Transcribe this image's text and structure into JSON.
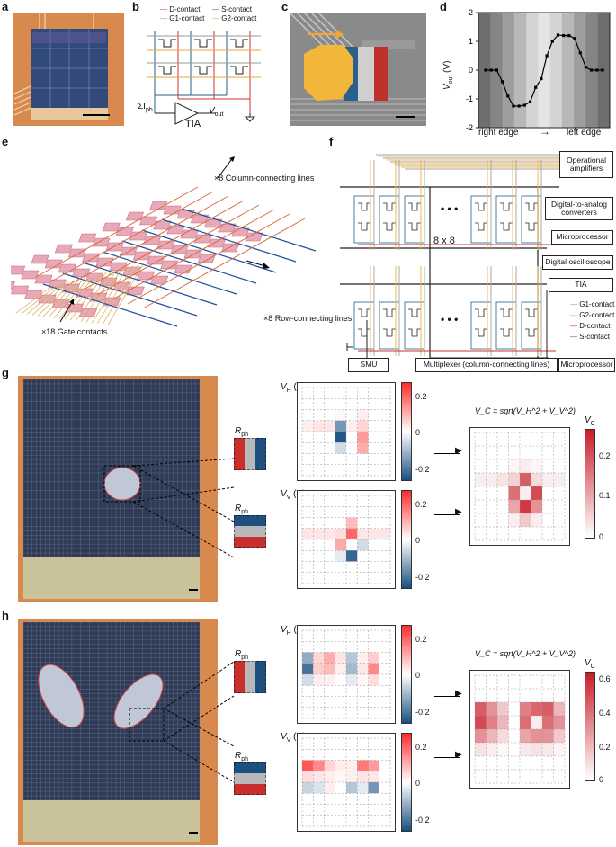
{
  "panels": {
    "a": "a",
    "b": "b",
    "c": "c",
    "d": "d",
    "e": "e",
    "f": "f",
    "g": "g",
    "h": "h"
  },
  "colors": {
    "red": "#d12f2f",
    "blue": "#1f5f8f",
    "orange": "#f2a43a",
    "gray": "#b8b8b8",
    "device_bg": "#2a3350",
    "pad": "#d97b4f"
  },
  "panel_b": {
    "legend": [
      "D-contact",
      "S-contact",
      "G1-contact",
      "G2-contact"
    ],
    "sum_label": "ΣI",
    "sum_sub": "ph",
    "tia": "TIA",
    "vout": "V",
    "vout_sub": "out"
  },
  "panel_d": {
    "ylabel": "V",
    "ylabel_sub": "out",
    "ylabel_unit": "(V)",
    "yticks": [
      "2",
      "1",
      "0",
      "-1",
      "-2"
    ],
    "x_left": "right edge",
    "x_arrow": "→",
    "x_right": "left edge",
    "chart_data": {
      "type": "line",
      "x": [
        0,
        1,
        2,
        3,
        4,
        5,
        6,
        7,
        8,
        9,
        10,
        11,
        12,
        13,
        14,
        15,
        16,
        17,
        18,
        19,
        20,
        21
      ],
      "values": [
        0,
        0,
        0,
        -0.4,
        -0.9,
        -1.25,
        -1.25,
        -1.22,
        -1.1,
        -0.6,
        -0.3,
        0.5,
        1.0,
        1.22,
        1.2,
        1.2,
        1.1,
        0.6,
        0.1,
        0,
        0,
        0
      ],
      "ylim": [
        -2,
        2
      ]
    }
  },
  "panel_e": {
    "col_lines": "×8 Column-connecting lines",
    "row_lines": "×8 Row-connecting lines",
    "gate": "×18 Gate contacts"
  },
  "panel_f": {
    "boxes": [
      "Operational amplifiers",
      "Digital-to-analog converters",
      "Microprocessor",
      "Digital oscilloscope",
      "TIA",
      "SMU",
      "Multiplexer (column-connecting lines)",
      "Microprocessor"
    ],
    "center": "8 x 8",
    "dots": "• • •",
    "legend": [
      "G1-contact",
      "G2-contact",
      "D-contact",
      "S-contact"
    ]
  },
  "panel_g": {
    "vh": "V",
    "vh_sub": "H",
    "vh_unit": "(V)",
    "vv": "V",
    "vv_sub": "V",
    "vv_unit": "(V)",
    "rph": "R",
    "rph_sub": "ph",
    "cb_ticks": [
      "0.2",
      "0",
      "-0.2"
    ],
    "vc_formula": "V_C = sqrt(V_H^2 + V_V^2)",
    "vc": "V",
    "vc_sub": "C",
    "vc_ticks": [
      "0.2",
      "0.1",
      "0"
    ]
  },
  "panel_h": {
    "vh": "V",
    "vh_sub": "H",
    "vh_unit": "(V)",
    "vv": "V",
    "vv_sub": "V",
    "vv_unit": "(V)",
    "rph": "R",
    "rph_sub": "ph",
    "cb_ticks": [
      "0.2",
      "0",
      "-0.2"
    ],
    "vc_formula": "V_C = sqrt(V_H^2 + V_V^2)",
    "vc": "V",
    "vc_sub": "C",
    "vc_ticks": [
      "0.6",
      "0.4",
      "0.2",
      "0"
    ]
  }
}
